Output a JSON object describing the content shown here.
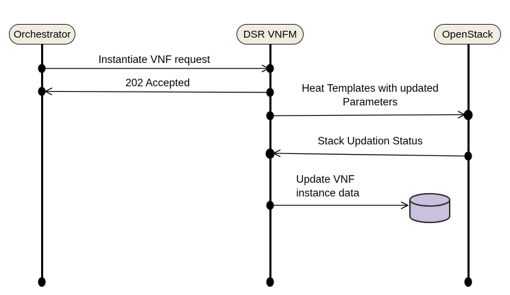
{
  "diagram": {
    "type": "sequence-diagram",
    "background": "#ffffff",
    "colors": {
      "actor_fill": "#f0ede0",
      "actor_border": "#1c1c1c",
      "lifeline": "#000000",
      "arrow": "#000000",
      "text": "#000000",
      "database_fill": "#c9c1dd",
      "database_stroke": "#2f2f2f"
    },
    "database_icon": "database-cylinder"
  },
  "actors": [
    {
      "label": "Orchestrator"
    },
    {
      "label": "DSR VNFM"
    },
    {
      "label": "OpenStack"
    }
  ],
  "messages": [
    {
      "lines": [
        "Instantiate VNF request"
      ],
      "from": "Orchestrator",
      "to": "DSR VNFM",
      "direction": "right"
    },
    {
      "lines": [
        "202 Accepted"
      ],
      "from": "DSR VNFM",
      "to": "Orchestrator",
      "direction": "left"
    },
    {
      "lines": [
        "Heat Templates with updated",
        "Parameters"
      ],
      "from": "DSR VNFM",
      "to": "OpenStack",
      "direction": "right"
    },
    {
      "lines": [
        "Stack Updation Status"
      ],
      "from": "OpenStack",
      "to": "DSR VNFM",
      "direction": "left"
    },
    {
      "lines": [
        "Update VNF",
        "instance data"
      ],
      "from": "DSR VNFM",
      "to": "database",
      "direction": "right"
    }
  ]
}
